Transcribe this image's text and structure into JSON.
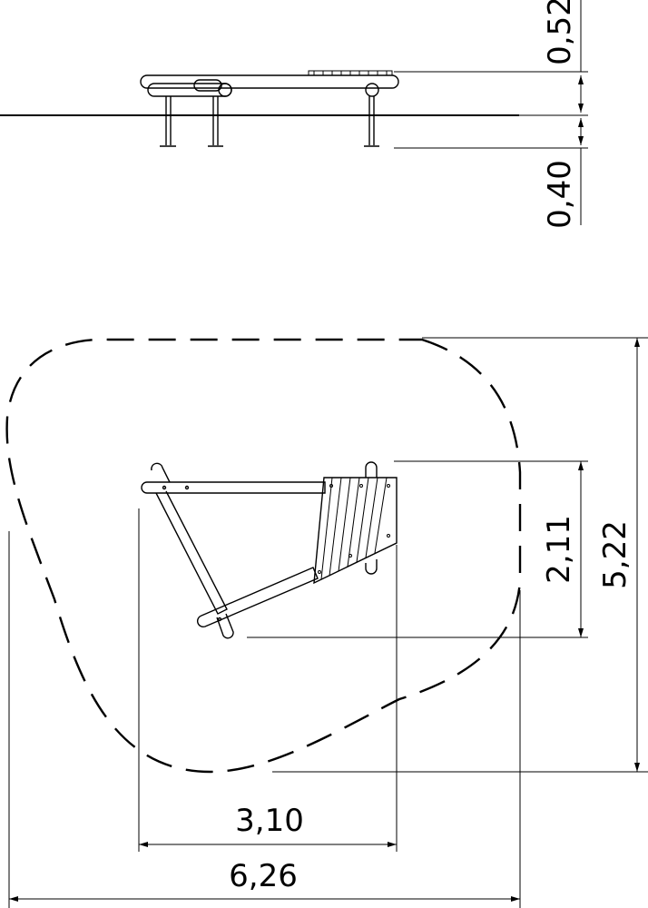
{
  "dimensions": {
    "height_above": "0,52",
    "depth_below": "0,40",
    "depth_equipment": "2,11",
    "depth_safety": "5,22",
    "width_equipment": "3,10",
    "width_safety": "6,26"
  }
}
